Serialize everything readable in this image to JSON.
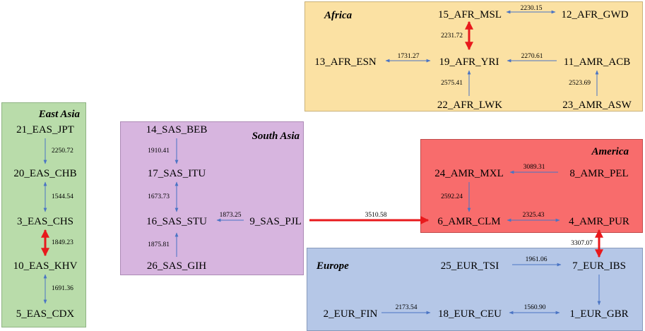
{
  "colors": {
    "africa": "#fbe1a3",
    "east_asia": "#b9dcaa",
    "south_asia": "#d7b5df",
    "america": "#f86c6c",
    "europe": "#b5c7e7",
    "edge_normal": "#4a74c4",
    "edge_strong": "#e8191c"
  },
  "regions": {
    "africa": "Africa",
    "east_asia": "East Asia",
    "south_asia": "South Asia",
    "america": "America",
    "europe": "Europe"
  },
  "nodes": [
    {
      "id": "afr_msl",
      "label": "15_AFR_MSL"
    },
    {
      "id": "afr_gwd",
      "label": "12_AFR_GWD"
    },
    {
      "id": "afr_esn",
      "label": "13_AFR_ESN"
    },
    {
      "id": "afr_yri",
      "label": "19_AFR_YRI"
    },
    {
      "id": "amr_acb",
      "label": "11_AMR_ACB"
    },
    {
      "id": "afr_lwk",
      "label": "22_AFR_LWK"
    },
    {
      "id": "amr_asw",
      "label": "23_AMR_ASW"
    },
    {
      "id": "eas_jpt",
      "label": "21_EAS_JPT"
    },
    {
      "id": "eas_chb",
      "label": "20_EAS_CHB"
    },
    {
      "id": "eas_chs",
      "label": "3_EAS_CHS"
    },
    {
      "id": "eas_khv",
      "label": "10_EAS_KHV"
    },
    {
      "id": "eas_cdx",
      "label": "5_EAS_CDX"
    },
    {
      "id": "sas_beb",
      "label": "14_SAS_BEB"
    },
    {
      "id": "sas_itu",
      "label": "17_SAS_ITU"
    },
    {
      "id": "sas_stu",
      "label": "16_SAS_STU"
    },
    {
      "id": "sas_pjl",
      "label": "9_SAS_PJL"
    },
    {
      "id": "sas_gih",
      "label": "26_SAS_GIH"
    },
    {
      "id": "amr_mxl",
      "label": "24_AMR_MXL"
    },
    {
      "id": "amr_pel",
      "label": "8_AMR_PEL"
    },
    {
      "id": "amr_clm",
      "label": "6_AMR_CLM"
    },
    {
      "id": "amr_pur",
      "label": "4_AMR_PUR"
    },
    {
      "id": "eur_tsi",
      "label": "25_EUR_TSI"
    },
    {
      "id": "eur_ibs",
      "label": "7_EUR_IBS"
    },
    {
      "id": "eur_fin",
      "label": "2_EUR_FIN"
    },
    {
      "id": "eur_ceu",
      "label": "18_EUR_CEU"
    },
    {
      "id": "eur_gbr",
      "label": "1_EUR_GBR"
    }
  ],
  "edges": [
    {
      "id": "e1",
      "from": "afr_msl",
      "to": "afr_gwd",
      "weight": "2230.15",
      "bidirectional": true,
      "strong": false
    },
    {
      "id": "e2",
      "from": "afr_msl",
      "to": "afr_yri",
      "weight": "2231.72",
      "bidirectional": true,
      "strong": true
    },
    {
      "id": "e3",
      "from": "afr_esn",
      "to": "afr_yri",
      "weight": "1731.27",
      "bidirectional": true,
      "strong": false
    },
    {
      "id": "e4",
      "from": "amr_acb",
      "to": "afr_yri",
      "weight": "2270.61",
      "bidirectional": false,
      "strong": false
    },
    {
      "id": "e5",
      "from": "afr_lwk",
      "to": "afr_yri",
      "weight": "2575.41",
      "bidirectional": false,
      "strong": false
    },
    {
      "id": "e6",
      "from": "amr_asw",
      "to": "amr_acb",
      "weight": "2523.69",
      "bidirectional": false,
      "strong": false
    },
    {
      "id": "e7",
      "from": "eas_jpt",
      "to": "eas_chb",
      "weight": "2250.72",
      "bidirectional": false,
      "strong": false
    },
    {
      "id": "e8",
      "from": "eas_chb",
      "to": "eas_chs",
      "weight": "1544.54",
      "bidirectional": true,
      "strong": false
    },
    {
      "id": "e9",
      "from": "eas_chs",
      "to": "eas_khv",
      "weight": "1849.23",
      "bidirectional": true,
      "strong": true
    },
    {
      "id": "e10",
      "from": "eas_khv",
      "to": "eas_cdx",
      "weight": "1691.36",
      "bidirectional": true,
      "strong": false
    },
    {
      "id": "e11",
      "from": "sas_beb",
      "to": "sas_itu",
      "weight": "1910.41",
      "bidirectional": false,
      "strong": false
    },
    {
      "id": "e12",
      "from": "sas_itu",
      "to": "sas_stu",
      "weight": "1673.73",
      "bidirectional": true,
      "strong": false
    },
    {
      "id": "e13",
      "from": "sas_pjl",
      "to": "sas_stu",
      "weight": "1873.25",
      "bidirectional": false,
      "strong": false
    },
    {
      "id": "e14",
      "from": "sas_gih",
      "to": "sas_stu",
      "weight": "1875.81",
      "bidirectional": false,
      "strong": false
    },
    {
      "id": "e15",
      "from": "sas_pjl",
      "to": "amr_clm",
      "weight": "3510.58",
      "bidirectional": false,
      "strong": true
    },
    {
      "id": "e16",
      "from": "amr_pel",
      "to": "amr_mxl",
      "weight": "3089.31",
      "bidirectional": false,
      "strong": false
    },
    {
      "id": "e17",
      "from": "amr_mxl",
      "to": "amr_clm",
      "weight": "2592.24",
      "bidirectional": false,
      "strong": false
    },
    {
      "id": "e18",
      "from": "amr_clm",
      "to": "amr_pur",
      "weight": "2325.43",
      "bidirectional": true,
      "strong": false
    },
    {
      "id": "e19",
      "from": "amr_pur",
      "to": "eur_ibs",
      "weight": "3307.07",
      "bidirectional": true,
      "strong": true
    },
    {
      "id": "e20",
      "from": "eur_tsi",
      "to": "eur_ibs",
      "weight": "1961.06",
      "bidirectional": false,
      "strong": false
    },
    {
      "id": "e21",
      "from": "eur_ibs",
      "to": "eur_gbr",
      "weight": "",
      "bidirectional": false,
      "strong": false
    },
    {
      "id": "e22",
      "from": "eur_fin",
      "to": "eur_ceu",
      "weight": "2173.54",
      "bidirectional": false,
      "strong": false
    },
    {
      "id": "e23",
      "from": "eur_ceu",
      "to": "eur_gbr",
      "weight": "1560.90",
      "bidirectional": true,
      "strong": false
    }
  ]
}
